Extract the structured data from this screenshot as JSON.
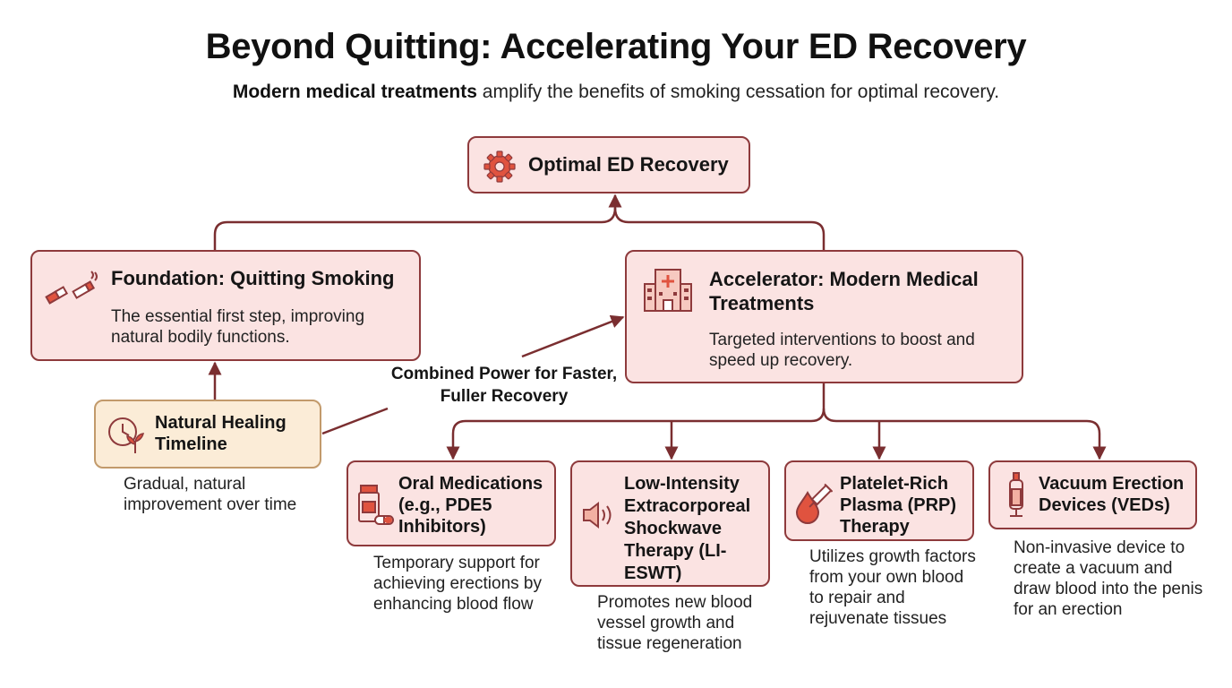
{
  "header": {
    "title": "Beyond Quitting: Accelerating Your ED Recovery",
    "subtitle_bold": "Modern medical treatments",
    "subtitle_rest": " amplify the benefits of smoking cessation for optimal recovery."
  },
  "colors": {
    "box_fill": "#fbe3e2",
    "box_border": "#8e3a3c",
    "timeline_fill": "#fbecd7",
    "timeline_border": "#c29a6b",
    "icon_accent": "#e0533f"
  },
  "nodes": {
    "top": {
      "title": "Optimal ED Recovery",
      "icon": "gear-icon"
    },
    "foundation": {
      "title": "Foundation: Quitting Smoking",
      "desc": "The essential first step, improving natural bodily functions.",
      "icon": "broken-cigarette-icon"
    },
    "accelerator": {
      "title": "Accelerator: Modern Medical Treatments",
      "desc": "Targeted interventions to boost and speed up recovery.",
      "icon": "hospital-icon"
    },
    "natural": {
      "title": "Natural Healing Timeline",
      "desc": "Gradual, natural improvement over time",
      "icon": "clock-sprout-icon"
    },
    "combined": {
      "label": "Combined Power for Faster, Fuller Recovery"
    },
    "treatments": [
      {
        "title": "Oral Medications (e.g., PDE5 Inhibitors)",
        "desc": "Temporary support for achieving erections by enhancing blood flow",
        "icon": "pill-bottle-icon"
      },
      {
        "title": "Low-Intensity Extracorporeal Shockwave Therapy (LI-ESWT)",
        "desc": "Promotes new blood vessel growth and tissue regeneration",
        "icon": "speaker-waves-icon"
      },
      {
        "title": "Platelet-Rich Plasma (PRP) Therapy",
        "desc": "Utilizes growth factors from your own blood to repair and rejuvenate tissues",
        "icon": "blood-drop-syringe-icon"
      },
      {
        "title": "Vacuum Erection Devices (VEDs)",
        "desc": "Non-invasive device to create a vacuum and draw blood into the penis for an erection",
        "icon": "vacuum-pump-icon"
      }
    ]
  }
}
